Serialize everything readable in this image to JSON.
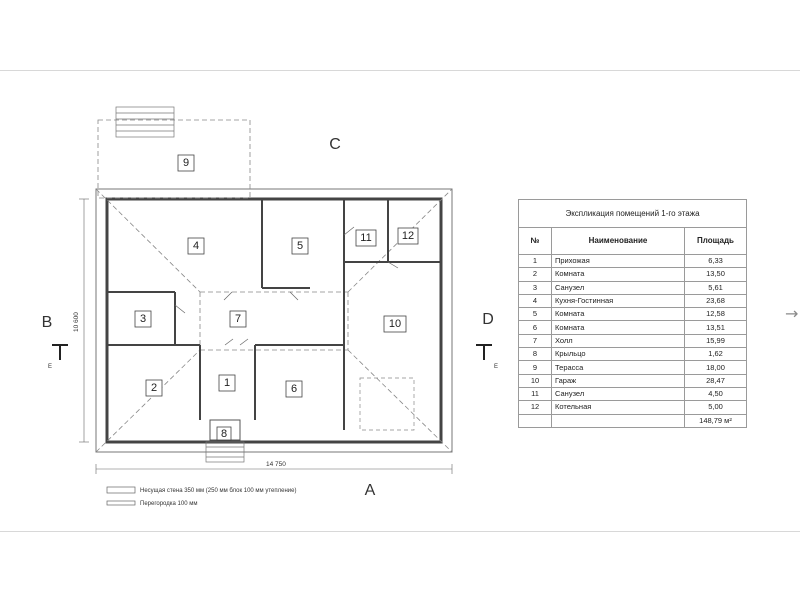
{
  "plan": {
    "side_labels": {
      "top": "C",
      "bottom": "A",
      "left": "B",
      "right": "D"
    },
    "section_marks": {
      "left": "E",
      "right": "E"
    },
    "dimensions": {
      "width": "14 750",
      "height": "10 600"
    },
    "rooms": [
      "1",
      "2",
      "3",
      "4",
      "5",
      "6",
      "7",
      "8",
      "9",
      "10",
      "11",
      "12"
    ]
  },
  "legend": {
    "load_wall": "Несущая стена 350 мм (250 мм блок 100 мм утепление)",
    "partition": "Перегородка 100 мм"
  },
  "table": {
    "title": "Экспликация помещений 1-го этажа",
    "headers": {
      "no": "№",
      "name": "Наименование",
      "area": "Площадь"
    },
    "rows": [
      {
        "no": "1",
        "name": "Прихожая",
        "area": "6,33"
      },
      {
        "no": "2",
        "name": "Комната",
        "area": "13,50"
      },
      {
        "no": "3",
        "name": "Санузел",
        "area": "5,61"
      },
      {
        "no": "4",
        "name": "Кухня-Гостинная",
        "area": "23,68"
      },
      {
        "no": "5",
        "name": "Комната",
        "area": "12,58"
      },
      {
        "no": "6",
        "name": "Комната",
        "area": "13,51"
      },
      {
        "no": "7",
        "name": "Холл",
        "area": "15,99"
      },
      {
        "no": "8",
        "name": "Крыльцо",
        "area": "1,62"
      },
      {
        "no": "9",
        "name": "Терасса",
        "area": "18,00"
      },
      {
        "no": "10",
        "name": "Гараж",
        "area": "28,47"
      },
      {
        "no": "11",
        "name": "Санузел",
        "area": "4,50"
      },
      {
        "no": "12",
        "name": "Котельная",
        "area": "5,00"
      }
    ],
    "total": "148,79 м²"
  },
  "nav": {
    "next_arrow": "→"
  }
}
